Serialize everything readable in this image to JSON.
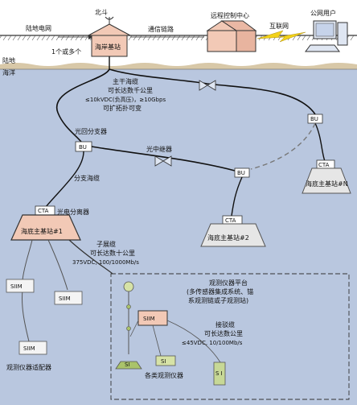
{
  "colors": {
    "land": "#ffffff",
    "ocean": "#b9c7df",
    "ocean_dark": "#a9bad6",
    "box_fill": "#f0f0f0",
    "station_fill": "#f2c9b6",
    "station_stroke": "#333333",
    "cable": "#111111",
    "branch": "#111111",
    "dashed": "#666666",
    "lightning": "#f2d21a",
    "device_fill": "#f3ece6",
    "ta_fill": "#aac36a",
    "si_fill": "#c7d896",
    "ring": "#ffffff"
  },
  "top": {
    "north": "北斗",
    "land_grid": "陆地电网",
    "shore_station": "海岸基站",
    "comm_link": "通信链路",
    "remote_center": "远程控制中心",
    "internet": "互联网",
    "public_user": "公网用户",
    "one_or_many": "1个或多个"
  },
  "regions": {
    "land_label": "陆地",
    "ocean_label": "海洋"
  },
  "main_cable": {
    "line1": "主干海缆",
    "line2": "可长达数千公里",
    "line3": "≤10kVDC(负高压)，≥10Gbps",
    "line4": "可扩拓扑可变"
  },
  "nodes": {
    "bu_left": "BU",
    "bu_right": "BU",
    "bu_mid": "BU",
    "optical_splitter": "光回分支器",
    "optical_relay": "光中继器",
    "branch_cable": "分支海缆",
    "cta_left": "CTA",
    "cta_left_note": "光电分离器",
    "cta_mid": "CTA",
    "cta_right": "CTA",
    "station_1": "海底主基站#1",
    "station_2": "海底主基站#2",
    "station_n": "海底主基站#N"
  },
  "sub_cable": {
    "line1": "子展缆",
    "line2": "可长达数十公里",
    "line3": "375VDC, 100/1000Mb/s"
  },
  "platform": {
    "line1": "观测仪器平台",
    "line2": "(多传感器集成系统、锚",
    "line3": "系观测链或子观测站)"
  },
  "sub_cable_2": {
    "line1": "接驳缆",
    "line2": "可长达数公里",
    "line3": "≤45VDC, 10/100Mb/s"
  },
  "devices": {
    "siim1": "SIIM",
    "siim2": "SIIM",
    "siim3": "SIIM",
    "siim_center": "SIIM",
    "siim_adapter_label": "观测仪器适配器",
    "instr_label": "各类观测仪器",
    "si1": "SI",
    "si2": "SI",
    "si3": "S I"
  }
}
